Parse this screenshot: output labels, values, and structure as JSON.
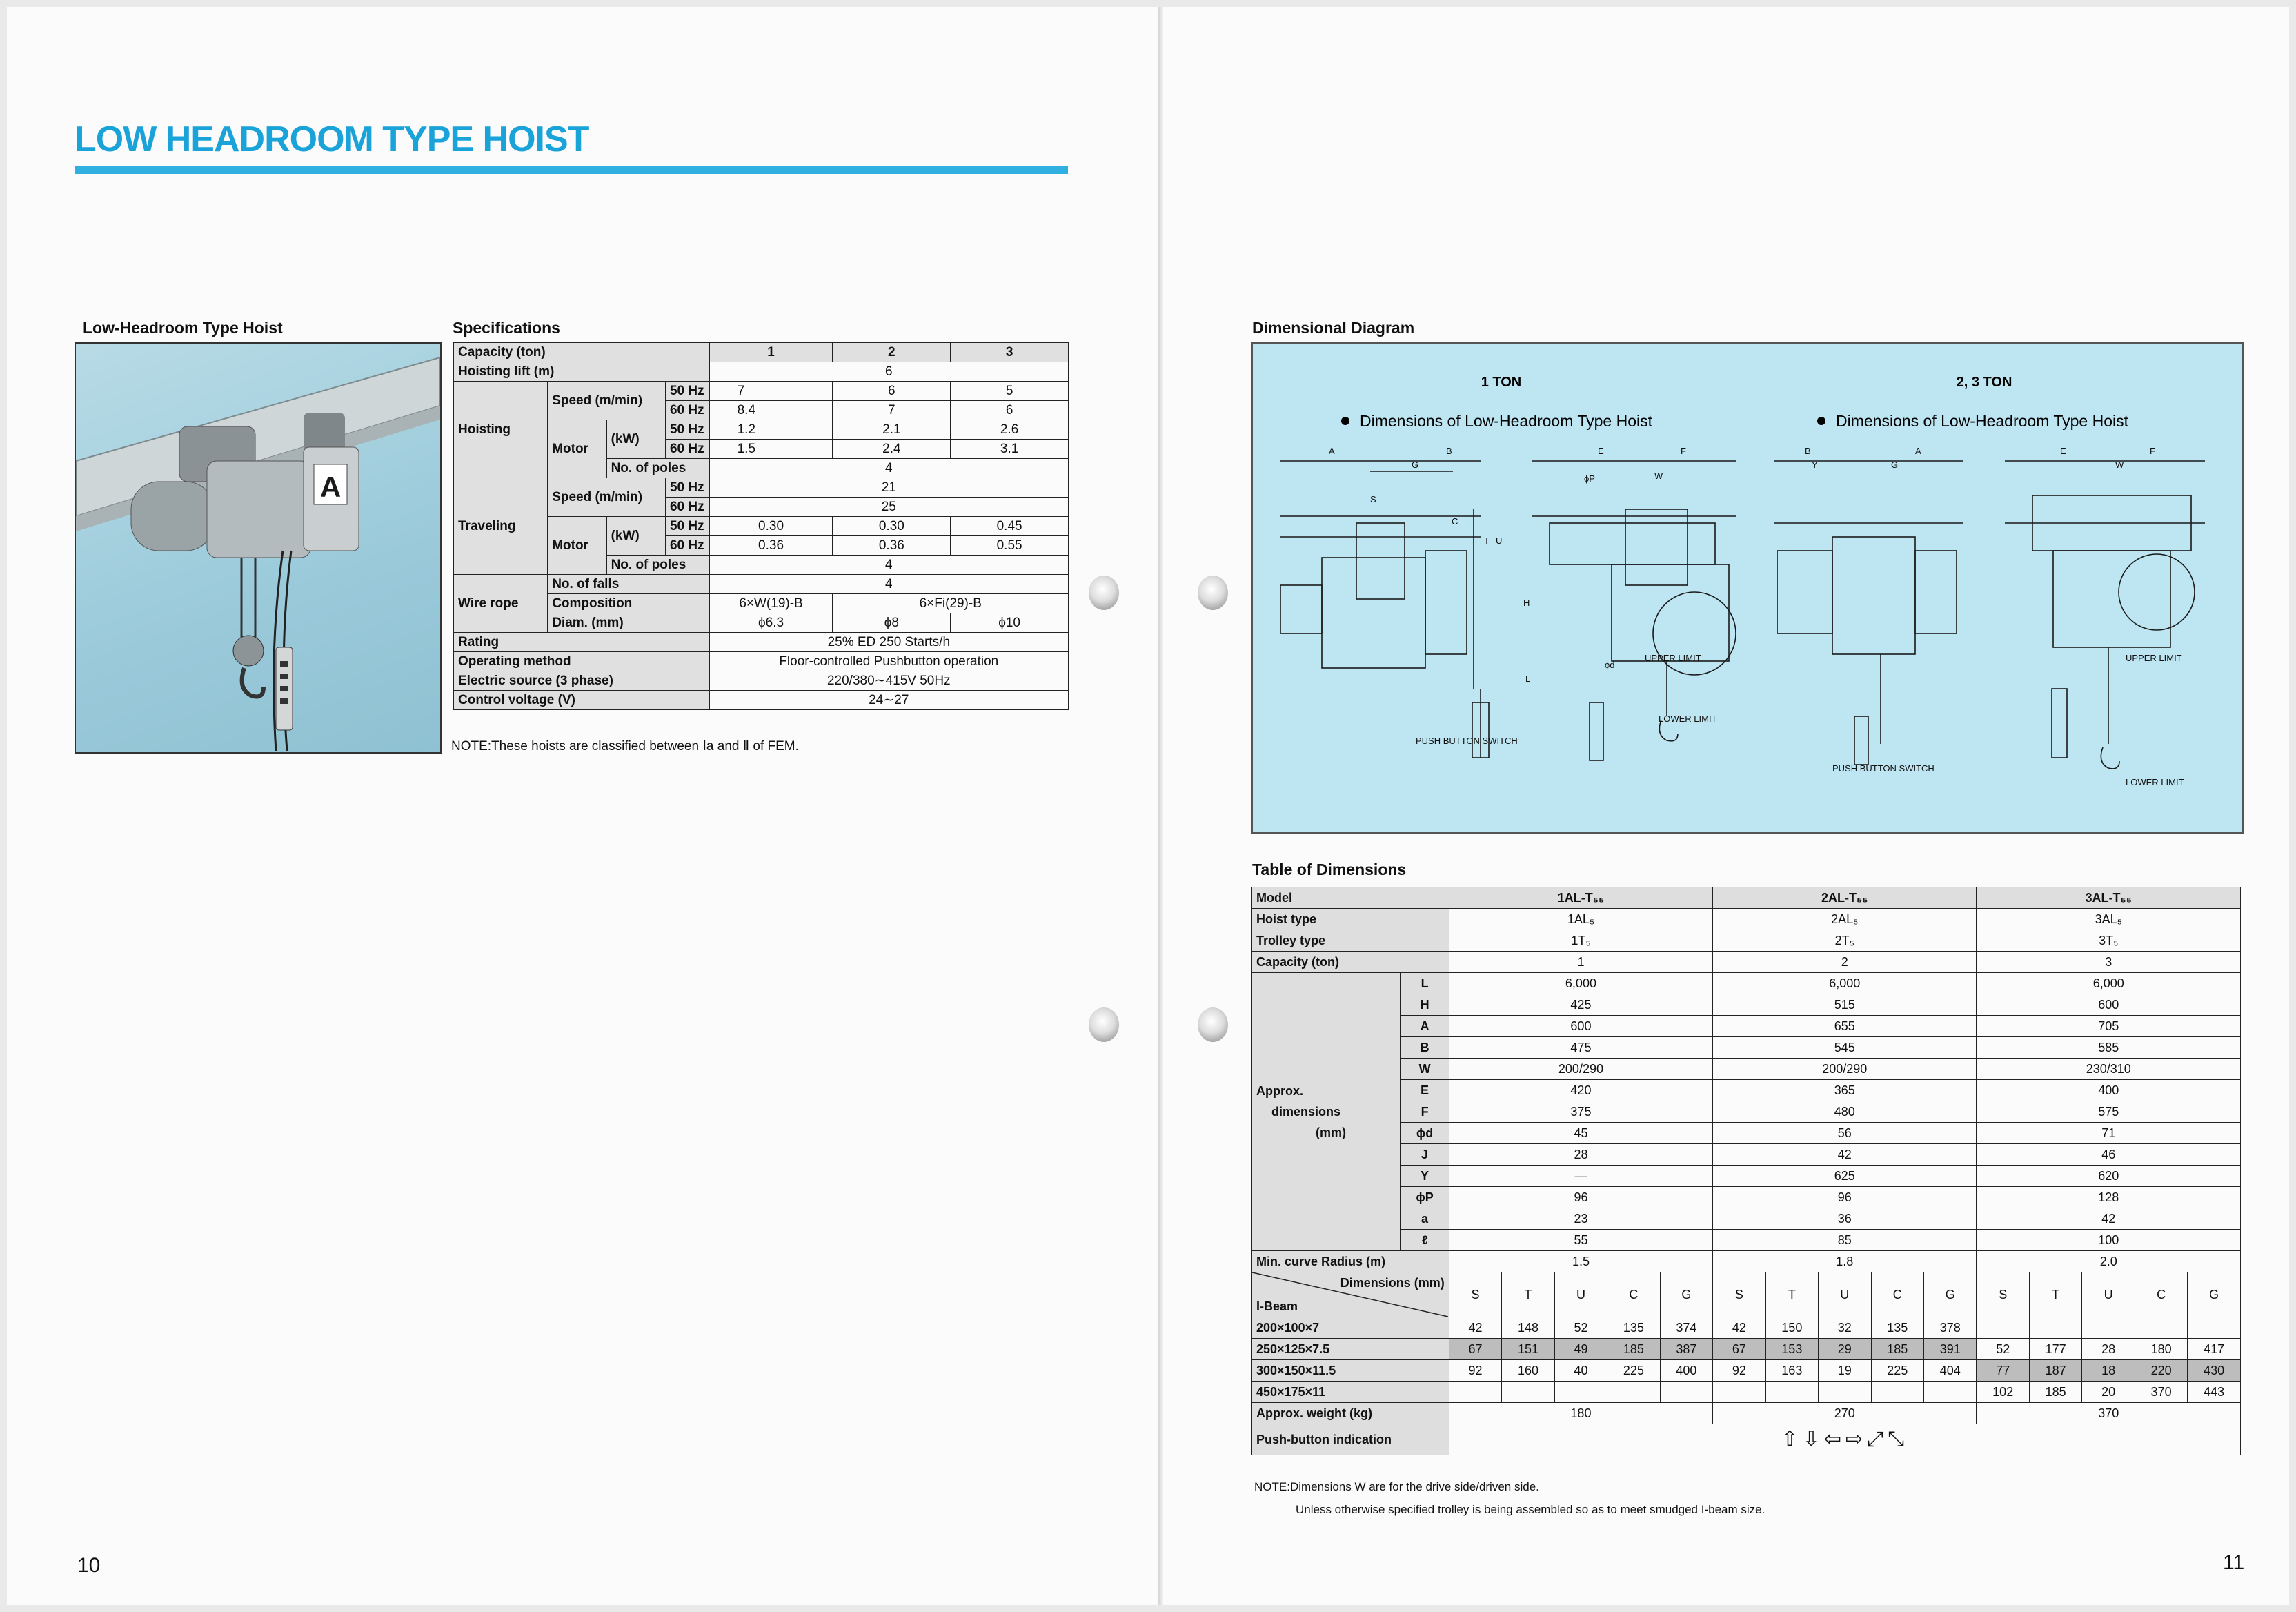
{
  "left": {
    "title": "LOW HEADROOM TYPE HOIST",
    "photo_section": "Low-Headroom Type Hoist",
    "photo_badge": "A",
    "spec_section": "Specifications",
    "spec": {
      "capacity": "Capacity (ton)",
      "cap_vals": [
        "1",
        "2",
        "3"
      ],
      "lift": "Hoisting lift (m)",
      "lift_val": "6",
      "hoisting": "Hoisting",
      "speed": "Speed (m/min)",
      "motor": "Motor",
      "kw": "(kW)",
      "poles": "No. of poles",
      "hz50": "50 Hz",
      "hz60": "60 Hz",
      "hoist_speed_50": [
        "7",
        "6",
        "5"
      ],
      "hoist_speed_60": [
        "8.4",
        "7",
        "6"
      ],
      "hoist_kw_50": [
        "1.2",
        "2.1",
        "2.6"
      ],
      "hoist_kw_60": [
        "1.5",
        "2.4",
        "3.1"
      ],
      "hoist_poles": "4",
      "traveling": "Traveling",
      "travel_speed_50": "21",
      "travel_speed_60": "25",
      "travel_kw_50": [
        "0.30",
        "0.30",
        "0.45"
      ],
      "travel_kw_60": [
        "0.36",
        "0.36",
        "0.55"
      ],
      "travel_poles": "4",
      "wire": "Wire rope",
      "falls": "No. of falls",
      "falls_val": "4",
      "composition": "Composition",
      "comp_a": "6×W(19)-B",
      "comp_b": "6×Fi(29)-B",
      "diam": "Diam. (mm)",
      "diam_vals": [
        "ϕ6.3",
        "ϕ8",
        "ϕ10"
      ],
      "rating": "Rating",
      "rating_val": "25% ED 250 Starts/h",
      "operating": "Operating method",
      "operating_val": "Floor-controlled Pushbutton operation",
      "electric": "Electric source (3 phase)",
      "electric_val": "220/380∼415V 50Hz",
      "control": "Control voltage (V)",
      "control_val": "24∼27"
    },
    "note": "NOTE:These hoists are classified between Ⅰa and Ⅱ of FEM.",
    "page_number": "10"
  },
  "right": {
    "diagram_section": "Dimensional Diagram",
    "diagram": {
      "ton1": "1 TON",
      "ton23": "2, 3 TON",
      "caption": "Dimensions of Low-Headroom Type Hoist",
      "labels": {
        "A": "A",
        "B": "B",
        "G": "G",
        "E": "E",
        "F": "F",
        "W": "W",
        "S": "S",
        "C": "C",
        "T": "T",
        "U": "U",
        "H": "H",
        "L": "L",
        "Y": "Y",
        "P": "ϕP",
        "d": "ϕd"
      },
      "upper_limit": "UPPER LIMIT",
      "lower_limit": "LOWER LIMIT",
      "push_button": "PUSH BUTTON SWITCH"
    },
    "table_section": "Table of Dimensions",
    "dims": {
      "model": "Model",
      "models": [
        "1AL-T₅₅",
        "2AL-T₅₅",
        "3AL-T₅₅"
      ],
      "hoist_type": "Hoist type",
      "hoist_types": [
        "1AL₅",
        "2AL₅",
        "3AL₅"
      ],
      "trolley_type": "Trolley type",
      "trolley_types": [
        "1T₅",
        "2T₅",
        "3T₅"
      ],
      "capacity": "Capacity (ton)",
      "capacities": [
        "1",
        "2",
        "3"
      ],
      "approx_label": [
        "Approx.",
        "dimensions",
        "(mm)"
      ],
      "rows": [
        {
          "k": "L",
          "v": [
            "6,000",
            "6,000",
            "6,000"
          ]
        },
        {
          "k": "H",
          "v": [
            "425",
            "515",
            "600"
          ]
        },
        {
          "k": "A",
          "v": [
            "600",
            "655",
            "705"
          ]
        },
        {
          "k": "B",
          "v": [
            "475",
            "545",
            "585"
          ]
        },
        {
          "k": "W",
          "v": [
            "200/290",
            "200/290",
            "230/310"
          ]
        },
        {
          "k": "E",
          "v": [
            "420",
            "365",
            "400"
          ]
        },
        {
          "k": "F",
          "v": [
            "375",
            "480",
            "575"
          ]
        },
        {
          "k": "ϕd",
          "v": [
            "45",
            "56",
            "71"
          ]
        },
        {
          "k": "J",
          "v": [
            "28",
            "42",
            "46"
          ]
        },
        {
          "k": "Y",
          "v": [
            "—",
            "625",
            "620"
          ]
        },
        {
          "k": "ϕP",
          "v": [
            "96",
            "96",
            "128"
          ]
        },
        {
          "k": "a",
          "v": [
            "23",
            "36",
            "42"
          ]
        },
        {
          "k": "ℓ",
          "v": [
            "55",
            "85",
            "100"
          ]
        }
      ],
      "curve": "Min. curve Radius (m)",
      "curve_vals": [
        "1.5",
        "1.8",
        "2.0"
      ],
      "dim_mm": "Dimensions (mm)",
      "ibeam": "I-Beam",
      "cols": [
        "S",
        "T",
        "U",
        "C",
        "G"
      ],
      "beams": [
        {
          "name": "200×100×7",
          "v": [
            "42",
            "148",
            "52",
            "135",
            "374",
            "42",
            "150",
            "32",
            "135",
            "378",
            "",
            "",
            "",
            "",
            ""
          ]
        },
        {
          "name": "250×125×7.5",
          "v": [
            "67",
            "151",
            "49",
            "185",
            "387",
            "67",
            "153",
            "29",
            "185",
            "391",
            "52",
            "177",
            "28",
            "180",
            "417"
          ]
        },
        {
          "name": "300×150×11.5",
          "v": [
            "92",
            "160",
            "40",
            "225",
            "400",
            "92",
            "163",
            "19",
            "225",
            "404",
            "77",
            "187",
            "18",
            "220",
            "430"
          ]
        },
        {
          "name": "450×175×11",
          "v": [
            "",
            "",
            "",
            "",
            "",
            "",
            "",
            "",
            "",
            "",
            "102",
            "185",
            "20",
            "370",
            "443"
          ]
        }
      ],
      "weight": "Approx. weight (kg)",
      "weights": [
        "180",
        "270",
        "370"
      ],
      "push": "Push-button indication",
      "push_symbols": "⇧⇩⇦⇨⤢⤡"
    },
    "note1": "NOTE:Dimensions W are for the drive side/driven side.",
    "note2": "Unless otherwise specified trolley is being assembled so as to meet smudged I-beam size.",
    "page_number": "11"
  }
}
